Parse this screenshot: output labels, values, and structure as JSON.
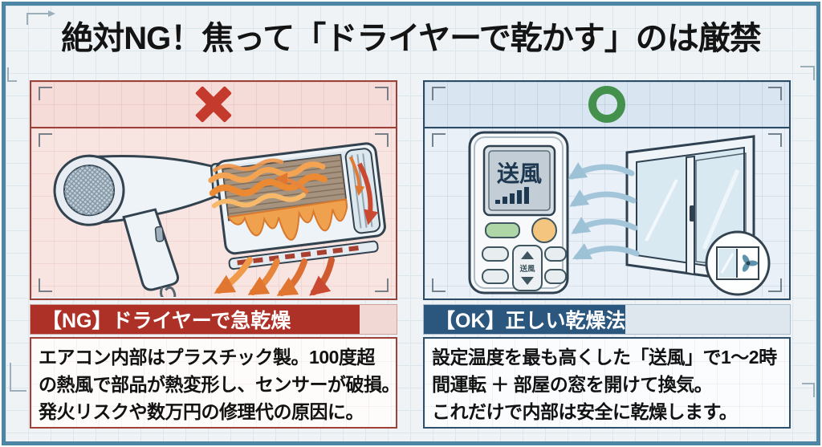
{
  "title": "絶対NG！焦って「ドライヤーで乾かす」のは厳禁",
  "ng": {
    "label": "【NG】ドライヤーで急乾燥",
    "desc_line1": "エアコン内部はプラスチック製。100度超",
    "desc_line2": "の熱風で部品が熱変形し、センサーが破損。",
    "desc_line3": "発火リスクや数万円の修理代の原因に。"
  },
  "ok": {
    "label": "【OK】正しい乾燥法",
    "desc_line1": "設定温度を最も高くした「送風」で1～2時",
    "desc_line2": "間運転 ＋ 部屋の窓を開けて換気。",
    "desc_line3": "これだけで内部は安全に乾燥します。",
    "remote_display": "送風",
    "remote_rocker": "送風"
  },
  "colors": {
    "frame_teal": "#4c86a4",
    "ng_accent": "#ae3128",
    "ng_cross_red": "#c43b2e",
    "ok_accent": "#2b567e",
    "ok_circle_green": "#44914e"
  }
}
